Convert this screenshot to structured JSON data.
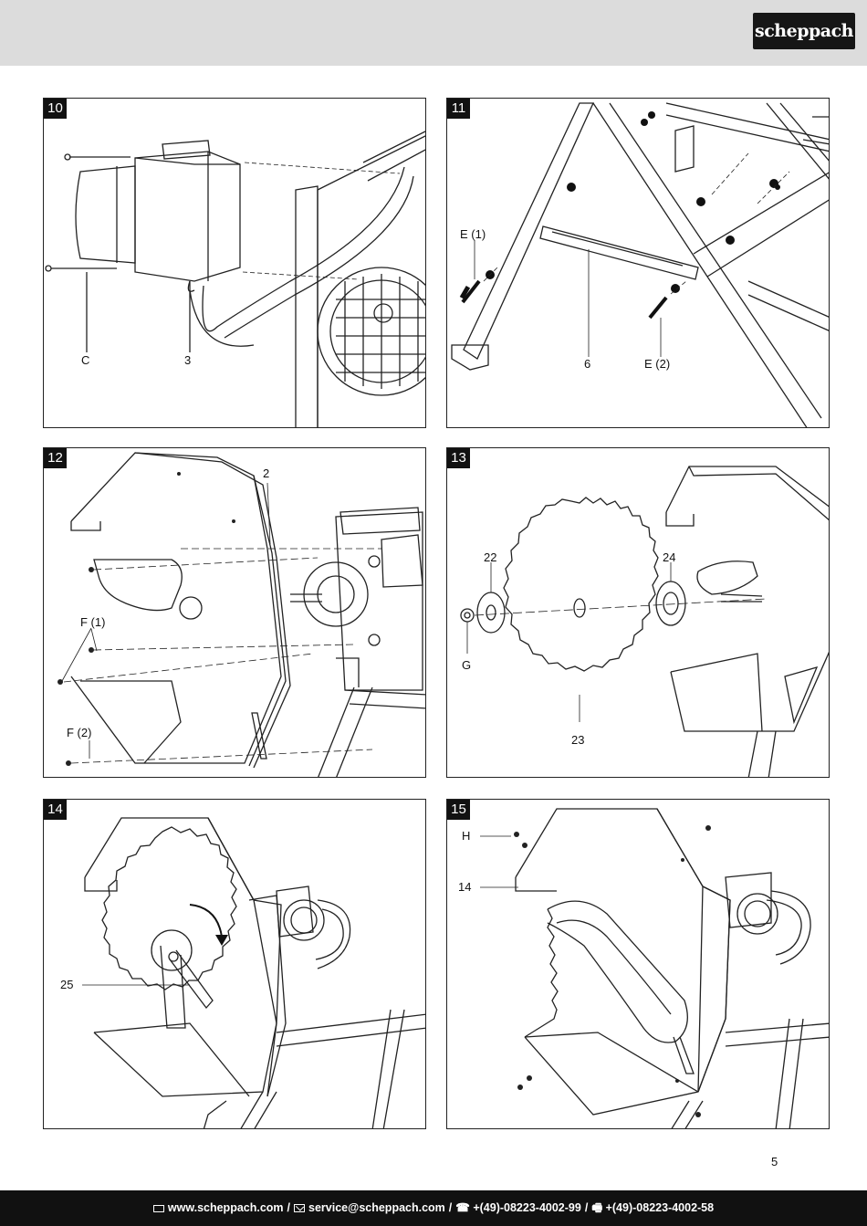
{
  "brand": {
    "logo_text": "scheppach"
  },
  "panels": [
    {
      "number": "10",
      "labels": [
        "C",
        "3"
      ]
    },
    {
      "number": "11",
      "labels": [
        "E (1)",
        "6",
        "E (2)"
      ]
    },
    {
      "number": "12",
      "labels": [
        "2",
        "F (1)",
        "F (2)"
      ]
    },
    {
      "number": "13",
      "labels": [
        "22",
        "24",
        "G",
        "23"
      ]
    },
    {
      "number": "14",
      "labels": [
        "25"
      ]
    },
    {
      "number": "15",
      "labels": [
        "H",
        "14"
      ]
    }
  ],
  "page_number": "5",
  "footer": {
    "website": "www.scheppach.com",
    "email": "service@scheppach.com",
    "phone": "+(49)-08223-4002-99",
    "fax": "+(49)-08223-4002-58",
    "icons": [
      "laptop-icon",
      "mail-icon",
      "phone-icon",
      "fax-icon"
    ]
  }
}
